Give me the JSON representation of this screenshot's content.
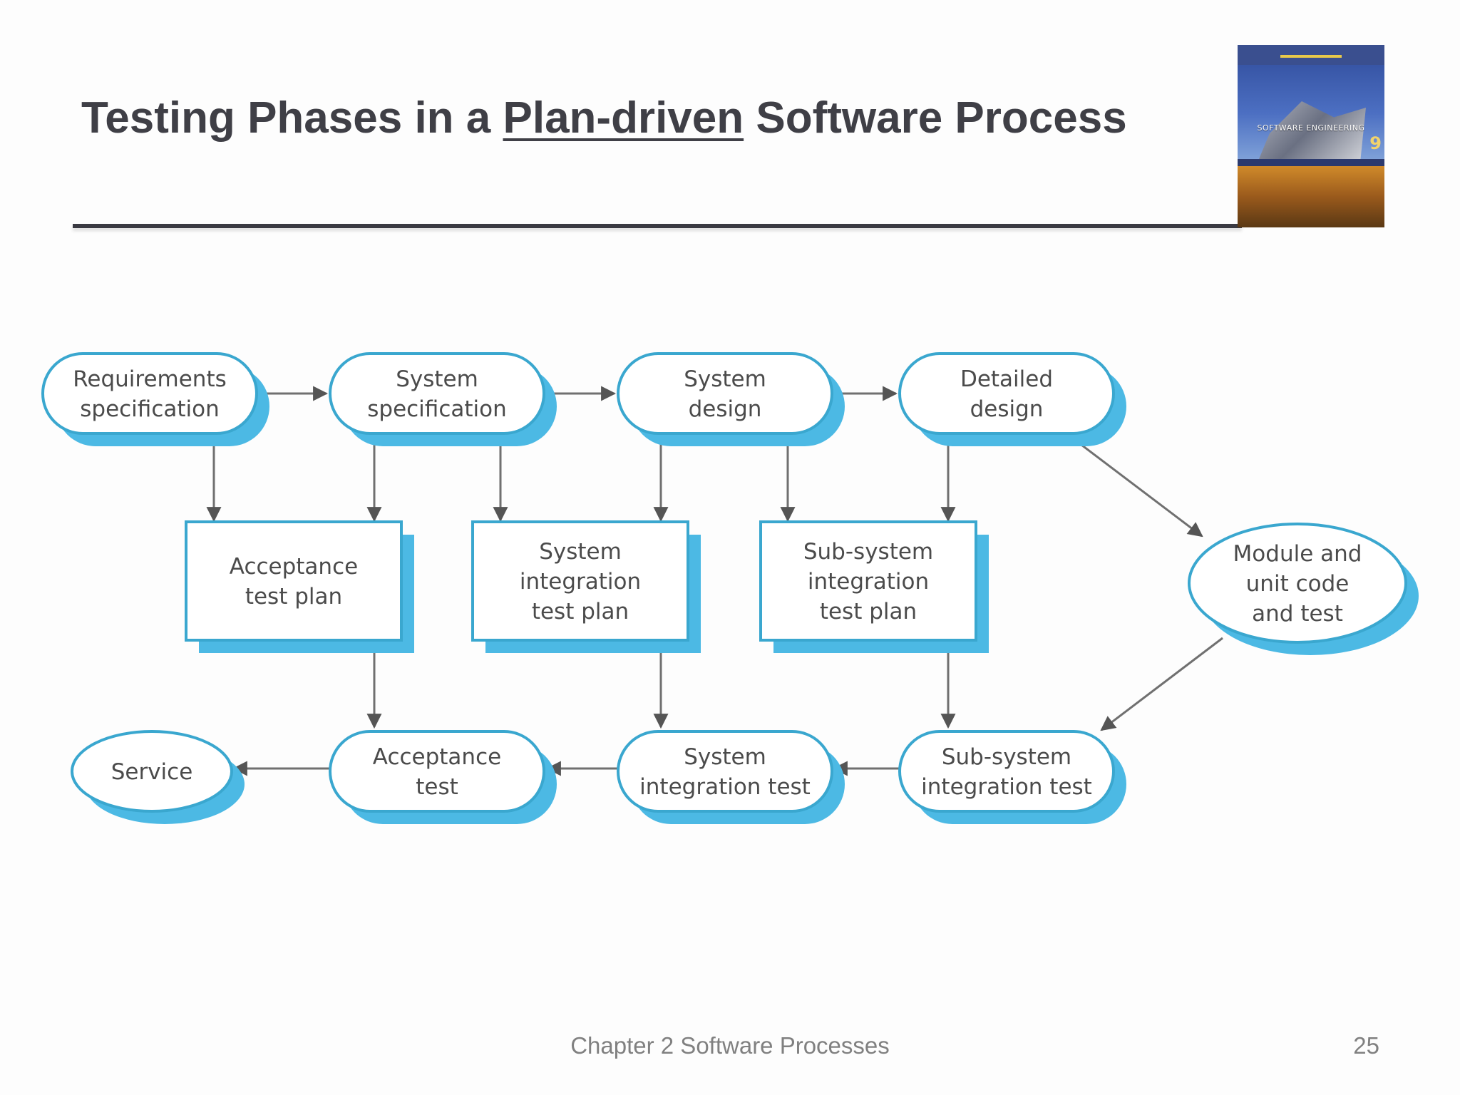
{
  "slide": {
    "title_before": "Testing Phases in a ",
    "title_emphasis": "Plan-driven",
    "title_after": " Software Process",
    "cover_label": "SOFTWARE ENGINEERING",
    "cover_number": "9",
    "footer": "Chapter 2 Software Processes",
    "page_number": "25"
  },
  "diagram": {
    "nodes": [
      {
        "id": "req-spec",
        "shape": "rounded",
        "lines": [
          "Requirements",
          "specification"
        ]
      },
      {
        "id": "sys-spec",
        "shape": "rounded",
        "lines": [
          "System",
          "specification"
        ]
      },
      {
        "id": "sys-design",
        "shape": "rounded",
        "lines": [
          "System",
          "design"
        ]
      },
      {
        "id": "detailed-design",
        "shape": "rounded",
        "lines": [
          "Detailed",
          "design"
        ]
      },
      {
        "id": "acceptance-test-plan",
        "shape": "rect",
        "lines": [
          "Acceptance",
          "test plan"
        ]
      },
      {
        "id": "sys-int-test-plan",
        "shape": "rect",
        "lines": [
          "System",
          "integration",
          "test plan"
        ]
      },
      {
        "id": "subsys-int-test-plan",
        "shape": "rect",
        "lines": [
          "Sub-system",
          "integration",
          "test plan"
        ]
      },
      {
        "id": "module-unit",
        "shape": "ellipse",
        "lines": [
          "Module and",
          "unit code",
          "and test"
        ]
      },
      {
        "id": "service",
        "shape": "ellipse",
        "lines": [
          "Service"
        ]
      },
      {
        "id": "acceptance-test",
        "shape": "rounded",
        "lines": [
          "Acceptance",
          "test"
        ]
      },
      {
        "id": "sys-int-test",
        "shape": "rounded",
        "lines": [
          "System",
          "integration test"
        ]
      },
      {
        "id": "subsys-int-test",
        "shape": "rounded",
        "lines": [
          "Sub-system",
          "integration test"
        ]
      }
    ],
    "edges": [
      {
        "from": "req-spec",
        "to": "sys-spec"
      },
      {
        "from": "sys-spec",
        "to": "sys-design"
      },
      {
        "from": "sys-design",
        "to": "detailed-design"
      },
      {
        "from": "req-spec",
        "to": "acceptance-test-plan"
      },
      {
        "from": "sys-spec",
        "to": "acceptance-test-plan"
      },
      {
        "from": "sys-spec",
        "to": "sys-int-test-plan"
      },
      {
        "from": "sys-design",
        "to": "sys-int-test-plan"
      },
      {
        "from": "sys-design",
        "to": "subsys-int-test-plan"
      },
      {
        "from": "detailed-design",
        "to": "subsys-int-test-plan"
      },
      {
        "from": "detailed-design",
        "to": "module-unit"
      },
      {
        "from": "acceptance-test-plan",
        "to": "acceptance-test"
      },
      {
        "from": "sys-int-test-plan",
        "to": "sys-int-test"
      },
      {
        "from": "subsys-int-test-plan",
        "to": "subsys-int-test"
      },
      {
        "from": "module-unit",
        "to": "subsys-int-test"
      },
      {
        "from": "subsys-int-test",
        "to": "sys-int-test"
      },
      {
        "from": "sys-int-test",
        "to": "acceptance-test"
      },
      {
        "from": "acceptance-test",
        "to": "service"
      }
    ],
    "colors": {
      "border": "#3aa7cf",
      "shadow": "#4cb9e4",
      "fill": "#ffffff",
      "text": "#4b4b4b",
      "arrow": "#707070"
    }
  }
}
